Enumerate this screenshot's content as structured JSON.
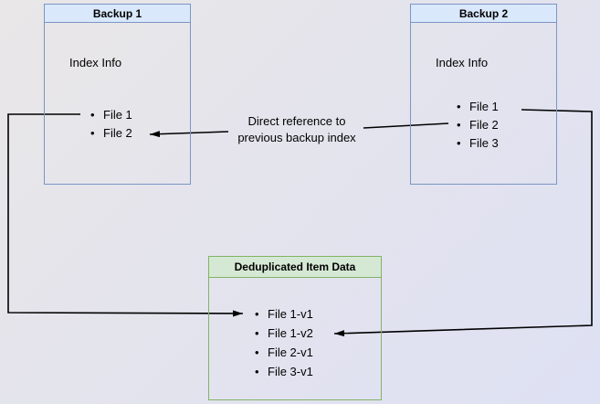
{
  "diagram": {
    "nodes": {
      "backup1": {
        "title": "Backup 1",
        "subtitle": "Index Info",
        "items": [
          "File 1",
          "File 2"
        ]
      },
      "backup2": {
        "title": "Backup 2",
        "subtitle": "Index Info",
        "items": [
          "File 1",
          "File 2",
          "File 3"
        ]
      },
      "dedup": {
        "title": "Deduplicated Item Data",
        "items": [
          "File 1-v1",
          "File 1-v2",
          "File 2-v1",
          "File 3-v1"
        ]
      }
    },
    "edges": [
      {
        "name": "backup1-file1-to-dedup-file1v1",
        "label": ""
      },
      {
        "name": "backup2-file2-to-backup1-file2",
        "label": "Direct reference to previous backup index"
      },
      {
        "name": "backup2-file1-to-dedup-file1v2",
        "label": ""
      }
    ],
    "edge_label": {
      "line1": "Direct reference to",
      "line2": "previous backup index"
    },
    "bullet_char": "•",
    "colors": {
      "blue_header_fill": "#dae8fc",
      "blue_border": "#7b95c4",
      "green_header_fill": "#d5e8d4",
      "green_border": "#82b366",
      "arrow": "#000000",
      "background_start": "#e9e7e7",
      "background_end": "#dee1f4"
    }
  }
}
